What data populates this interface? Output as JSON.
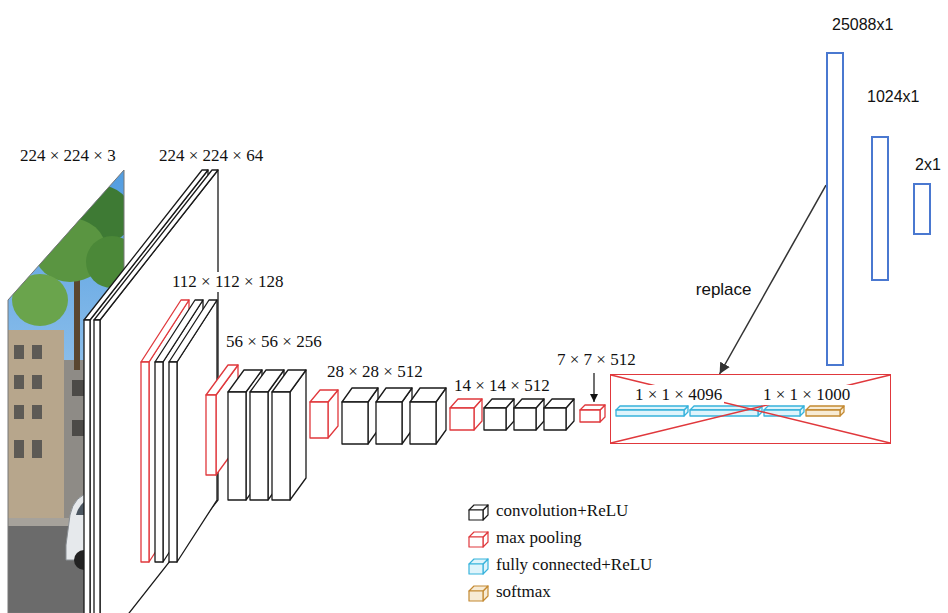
{
  "diagram": {
    "nodes": [
      {
        "text": [
          "25088x1"
        ]
      },
      {
        "text": [
          "1024x1"
        ]
      },
      {
        "text": [
          "2x1"
        ]
      },
      {
        "text": [
          "1 × 1 × 4096",
          "1 × 1 × 1000"
        ]
      }
    ],
    "edges": [
      {
        "from": 0,
        "to": 3,
        "label": "replace",
        "arrow": "to"
      }
    ],
    "labels": [
      "224 × 224 × 3",
      "224 × 224 × 64",
      "112 × 112 × 128",
      "56 × 56 × 256",
      "28 × 28 × 512",
      "14 × 14 × 512",
      "7 × 7 × 512"
    ],
    "legend": [
      {
        "text": "convolution+ReLU"
      },
      {
        "text": "max pooling"
      },
      {
        "text": "fully connected+ReLU"
      },
      {
        "text": "softmax"
      }
    ]
  }
}
